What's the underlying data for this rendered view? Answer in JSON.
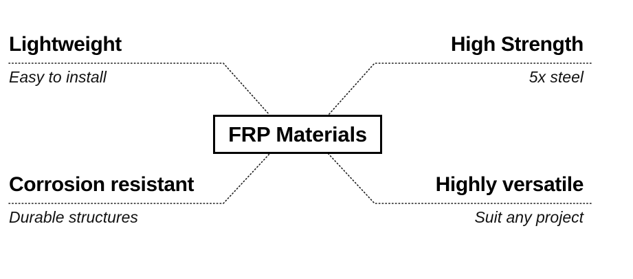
{
  "diagram": {
    "type": "center-node-radial",
    "title": "FRP Materials properties diagram",
    "center": {
      "label": "FRP Materials",
      "border_color": "#000000",
      "fill_color": "#ffffff"
    },
    "background_color": "#ffffff",
    "connector": {
      "style": "dotted",
      "color": "#1a1a1a"
    },
    "branches": [
      {
        "position": "top-left",
        "title": "Lightweight",
        "subtitle": "Easy to install"
      },
      {
        "position": "top-right",
        "title": "High Strength",
        "subtitle": "5x steel"
      },
      {
        "position": "bottom-left",
        "title": "Corrosion resistant",
        "subtitle": "Durable structures"
      },
      {
        "position": "bottom-right",
        "title": "Highly versatile",
        "subtitle": "Suit any project"
      }
    ]
  }
}
